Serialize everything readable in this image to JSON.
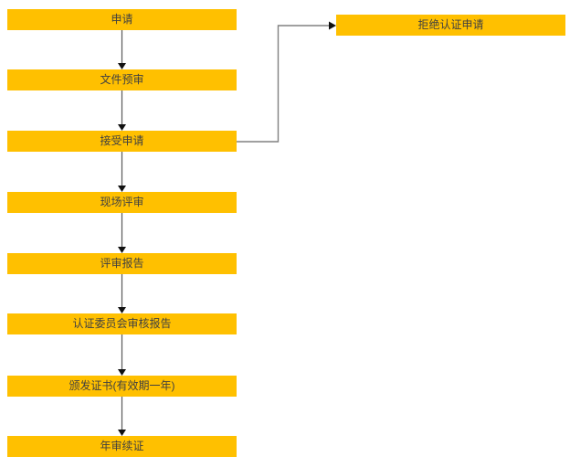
{
  "flowchart": {
    "title": "certification-process-flowchart",
    "nodes": [
      {
        "id": "apply",
        "label": "申请"
      },
      {
        "id": "document-pre-review",
        "label": "文件预审"
      },
      {
        "id": "accept-application",
        "label": "接受申请"
      },
      {
        "id": "on-site-review",
        "label": "现场评审"
      },
      {
        "id": "review-report",
        "label": "评审报告"
      },
      {
        "id": "committee-review-report",
        "label": "认证委员会审核报告"
      },
      {
        "id": "issue-certificate",
        "label": "颁发证书(有效期一年)"
      },
      {
        "id": "annual-renewal",
        "label": "年审续证"
      }
    ],
    "reject_node": {
      "id": "reject-application",
      "label": "拒绝认证申请"
    },
    "edges": [
      {
        "from": "apply",
        "to": "document-pre-review"
      },
      {
        "from": "document-pre-review",
        "to": "accept-application"
      },
      {
        "from": "accept-application",
        "to": "on-site-review"
      },
      {
        "from": "on-site-review",
        "to": "review-report"
      },
      {
        "from": "review-report",
        "to": "committee-review-report"
      },
      {
        "from": "committee-review-report",
        "to": "issue-certificate"
      },
      {
        "from": "issue-certificate",
        "to": "annual-renewal"
      },
      {
        "from": "accept-application",
        "to": "reject-application"
      }
    ]
  },
  "colors": {
    "node-fill": "#FFC000",
    "node-text": "#404040",
    "arrow-line": "#595959",
    "elbow-line": "#808080",
    "arrow-head": "#111111",
    "background": "#FFFFFF"
  }
}
